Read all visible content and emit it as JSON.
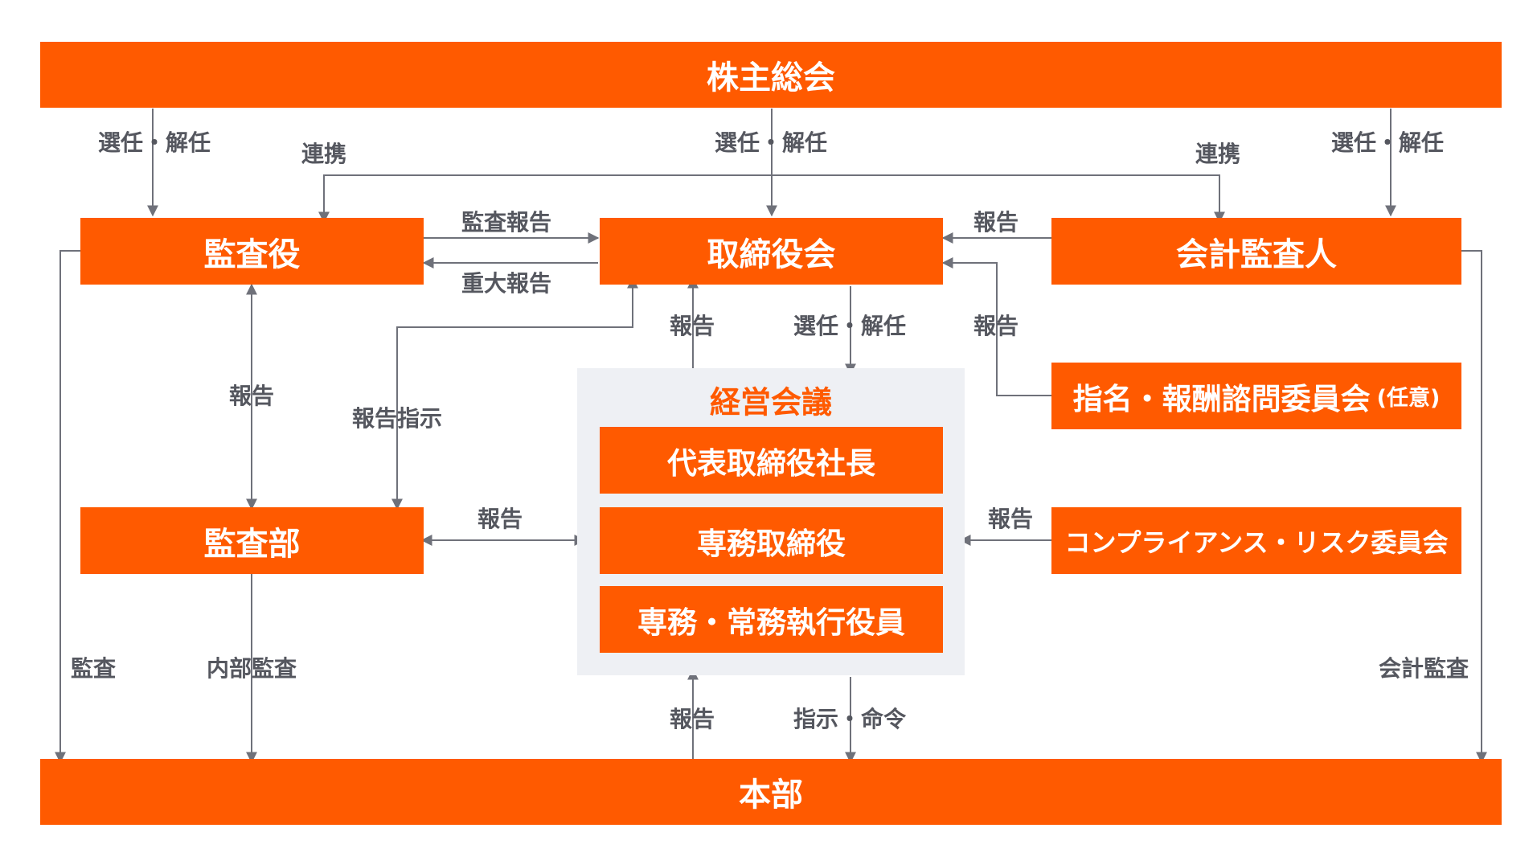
{
  "colors": {
    "accent": "#ff5a00",
    "line": "#6f717a",
    "panel": "#eef0f4"
  },
  "nodes": {
    "shareholders": "株主総会",
    "auditor": "監査役",
    "board": "取締役会",
    "accounting_auditor": "会計監査人",
    "nomination": "指名・報酬諮問委員会",
    "nomination_note": "(任意)",
    "audit_dept": "監査部",
    "mgmt_meeting": "経営会議",
    "president": "代表取締役社長",
    "senior_director": "専務取締役",
    "officers": "専務・常務執行役員",
    "compliance": "コンプライアンス・リスク委員会",
    "hq": "本部"
  },
  "labels": {
    "elect_left": "選任・解任",
    "elect_center": "選任・解任",
    "elect_right": "選任・解任",
    "collab_left": "連携",
    "collab_right": "連携",
    "audit_report": "監査報告",
    "major_report": "重大報告",
    "report_from_acct": "報告",
    "report_to_board": "報告",
    "board_elect_mgmt": "選任・解任",
    "report_nomination": "報告",
    "report_auditor_dept": "報告",
    "report_instruction": "報告指示",
    "report_dept_mgmt": "報告",
    "report_compliance": "報告",
    "audit": "監査",
    "internal_audit": "内部監査",
    "accounting_audit": "会計監査",
    "report_hq": "報告",
    "instruction_order": "指示・命令"
  }
}
